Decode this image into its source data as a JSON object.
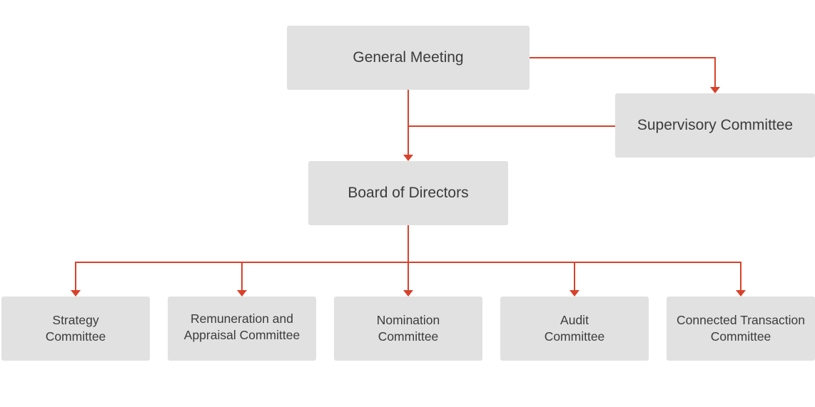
{
  "colors": {
    "box_fill": "#e1e1e1",
    "connector": "#d9412a",
    "text": "#3c3c3c"
  },
  "top_level": {
    "general_meeting": "General Meeting",
    "supervisory_committee": "Supervisory Committee",
    "board_of_directors": "Board of Directors"
  },
  "committees": [
    {
      "line1": "Strategy",
      "line2": "Committee"
    },
    {
      "line1": "Remuneration and",
      "line2": "Appraisal Committee"
    },
    {
      "line1": "Nomination",
      "line2": "Committee"
    },
    {
      "line1": "Audit",
      "line2": "Committee"
    },
    {
      "line1": "Connected Transaction",
      "line2": "Committee"
    }
  ]
}
